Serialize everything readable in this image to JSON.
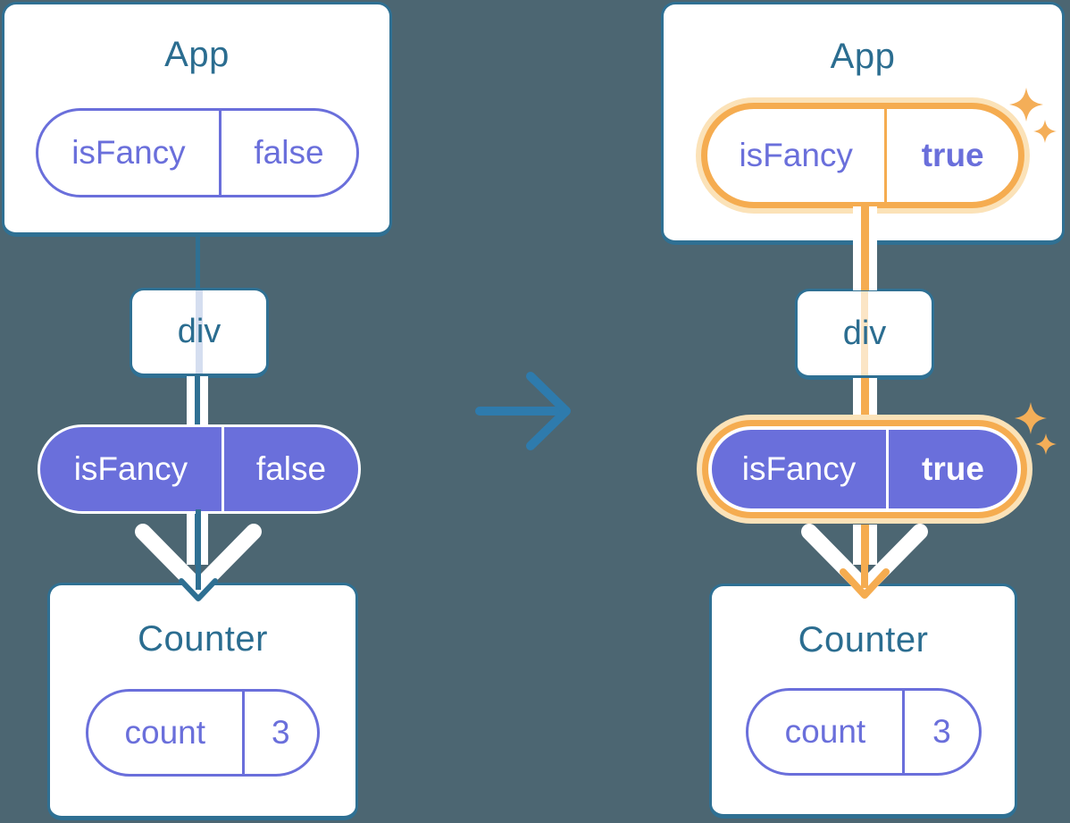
{
  "panels": {
    "before": {
      "app_title": "App",
      "app_prop_name": "isFancy",
      "app_prop_value": "false",
      "div_label": "div",
      "pill_prop_name": "isFancy",
      "pill_prop_value": "false",
      "counter_title": "Counter",
      "counter_state_name": "count",
      "counter_state_value": "3"
    },
    "after": {
      "app_title": "App",
      "app_prop_name": "isFancy",
      "app_prop_value": "true",
      "div_label": "div",
      "pill_prop_name": "isFancy",
      "pill_prop_value": "true",
      "counter_title": "Counter",
      "counter_state_name": "count",
      "counter_state_value": "3"
    }
  },
  "colors": {
    "background": "#4C6672",
    "card_border": "#2F7093",
    "title_text": "#2B6D90",
    "purple": "#6A6FDB",
    "highlight_orange": "#F5AC50",
    "highlight_glow": "#FBE2B8",
    "sparkle_orange": "#F4AE58",
    "transition_arrow_blue": "#2E7BAD",
    "white": "#FFFFFF"
  },
  "icons": {
    "transition_arrow": "arrow-right-icon",
    "sparkles": "sparkle-icon",
    "render_arrow": "arrow-down-icon"
  }
}
